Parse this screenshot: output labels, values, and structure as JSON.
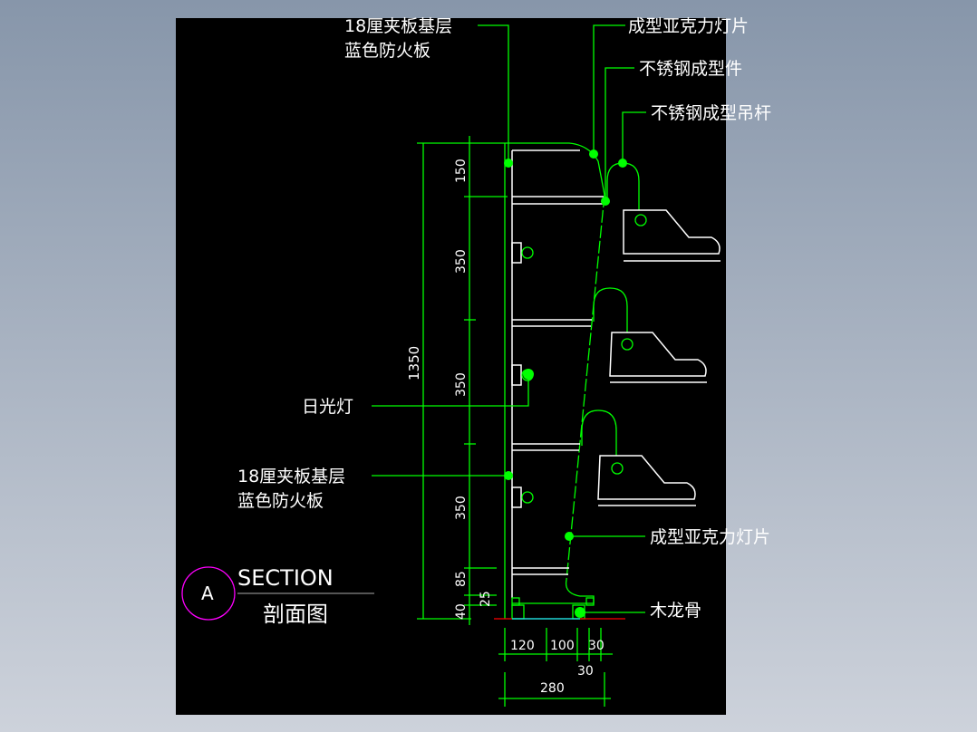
{
  "labels": {
    "top_left_panel_1": "18厘夹板基层",
    "top_left_panel_2": "蓝色防火板",
    "acrylic_top": "成型亚克力灯片",
    "steel_part": "不锈钢成型件",
    "steel_rod": "不锈钢成型吊杆",
    "fluorescent": "日光灯",
    "mid_panel_1": "18厘夹板基层",
    "mid_panel_2": "蓝色防火板",
    "acrylic_bottom": "成型亚克力灯片",
    "wood_keel": "木龙骨"
  },
  "section": {
    "letter": "A",
    "title": "SECTION",
    "subtitle": "剖面图"
  },
  "dimensions": {
    "total_height": "1350",
    "vertical": [
      "150",
      "350",
      "350",
      "350",
      "85",
      "40",
      "25"
    ],
    "horizontal": [
      "120",
      "100",
      "30",
      "30"
    ],
    "total_width": "280"
  },
  "colors": {
    "line": "#00ff00",
    "marker": "#ff00ff",
    "ground": "#ff0000",
    "floor": "#00ffff"
  }
}
